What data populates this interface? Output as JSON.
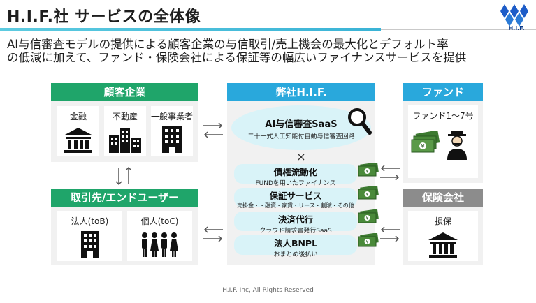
{
  "header": {
    "title": "H.I.F.社 サービスの全体像",
    "logo_text": "H.I.F.",
    "subtitle_line1": "AI与信審査モデルの提供による顧客企業の与信取引/売上機会の最大化とデフォルト率",
    "subtitle_line2": "の低減に加えて、ファンド・保険会社による保証等の幅広いファイナンスサービスを提供"
  },
  "customers": {
    "title": "顧客企業",
    "items": [
      "金融",
      "不動産",
      "一般事業者"
    ]
  },
  "partners": {
    "title": "取引先/エンドユーザー",
    "items": [
      "法人(toB)",
      "個人(toC)"
    ]
  },
  "company": {
    "title": "弊社H.I.F.",
    "main_title": "AI与信審査SaaS",
    "main_sub": "二十一式人工知能付自動与信審査回路",
    "cross": "×",
    "services": [
      {
        "title": "債権流動化",
        "sub": "FUNDを用いたファイナンス"
      },
      {
        "title": "保証サービス",
        "sub": "売掛金・・融資・家賃・リース・割賦・その他"
      },
      {
        "title": "決済代行",
        "sub": "クラウド請求書発行SaaS"
      },
      {
        "title": "法人BNPL",
        "sub": "おまとめ後払い"
      }
    ]
  },
  "fund": {
    "title": "ファンド",
    "label": "ファンド1～7号"
  },
  "insurance": {
    "title": "保険会社",
    "label": "損保"
  },
  "footer": "H.I.F. Inc, All Rights Reserved",
  "colors": {
    "green": "#1fa56a",
    "blue": "#29a8dc",
    "gray": "#8c8c8c",
    "light_cyan": "#d9f3f8",
    "money_green": "#4a8a3a"
  },
  "icons": {
    "bank": "bank-icon",
    "buildings": "buildings-icon",
    "office": "office-building-icon",
    "people": "people-icon",
    "search": "magnifier-icon",
    "money": "yen-banknote-icon",
    "investor": "investor-icon"
  }
}
